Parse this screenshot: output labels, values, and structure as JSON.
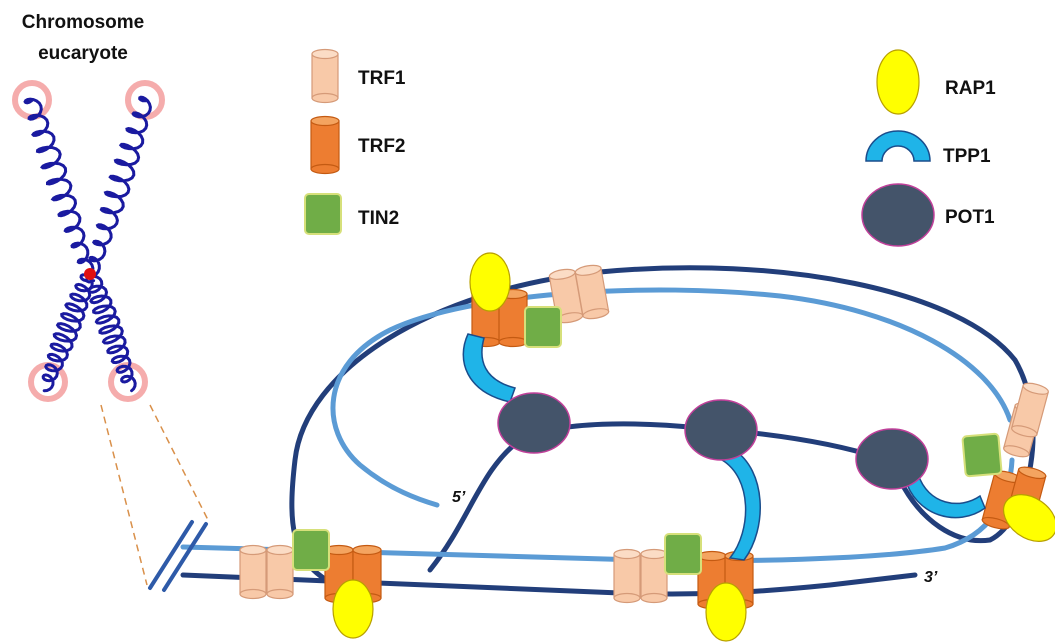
{
  "title_lines": [
    "Chromosome",
    "eucaryote"
  ],
  "legend": {
    "trf1": "TRF1",
    "trf2": "TRF2",
    "tin2": "TIN2",
    "rap1": "RAP1",
    "tpp1": "TPP1",
    "pot1": "POT1"
  },
  "strand_labels": {
    "five_prime": "5’",
    "three_prime": "3’"
  },
  "colors": {
    "chromosome": "#1a1aa0",
    "telomere_highlight": "#f08080",
    "centromere": "#e01010",
    "dna_dark": "#223e7a",
    "dna_light": "#5b9bd5",
    "trf1": "#f8c9a8",
    "trf1_edge": "#d59a78",
    "trf2": "#ed7d31",
    "trf2_edge": "#c45a12",
    "tin2": "#70ad47",
    "tin2_edge": "#d6e07a",
    "rap1": "#ffff00",
    "rap1_edge": "#b8a000",
    "tpp1": "#1fb4e8",
    "tpp1_edge": "#1a4d8c",
    "pot1": "#44546a",
    "pot1_edge": "#c0409a"
  }
}
